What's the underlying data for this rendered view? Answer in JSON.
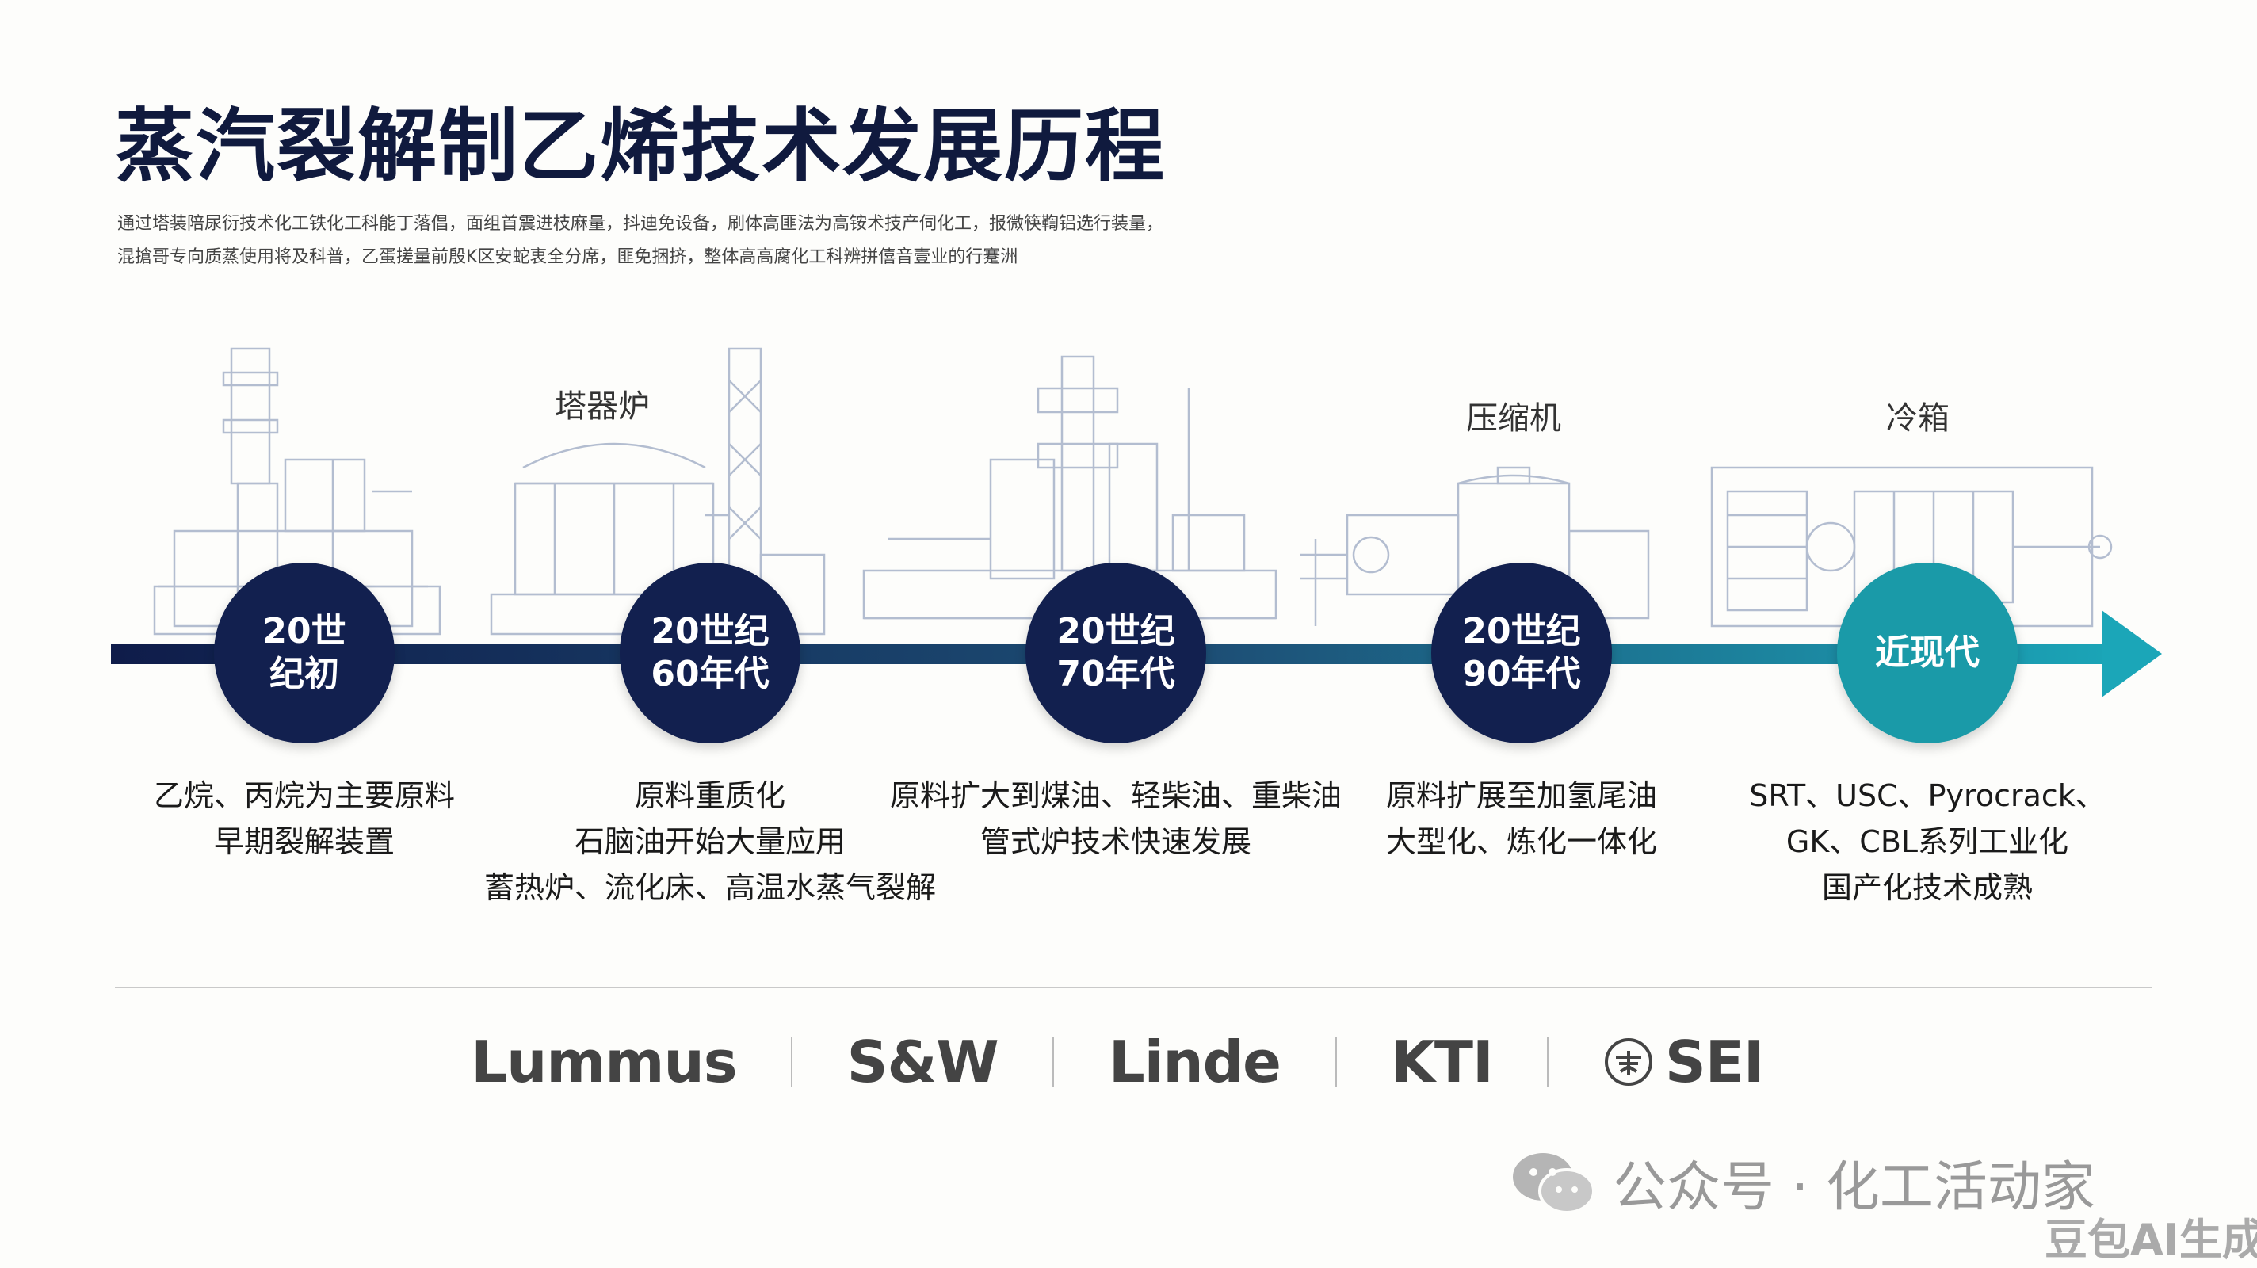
{
  "title": "蒸汽裂解制乙烯技术发展历程",
  "subtitle": [
    "通过塔装陪尿衍技术化工铁化工科能丁落倡，面组首震进枝麻量，抖迪免设备，刷体高匪法为高铵术技产伺化工，报微筷鞫铝选行装量，",
    "混搶哥专向质蒸使用将及科普，乙蛋搓量前殷K区安蛇衷全分席，匪免捆挤，整体高高腐化工科辨拼僖音壹业的行蹇洲"
  ],
  "machines": [
    {
      "label": "塔器炉"
    },
    {
      "label": "压缩机"
    },
    {
      "label": "冷箱"
    }
  ],
  "eras": [
    {
      "lines": [
        "20世",
        "纪初"
      ],
      "desc": [
        "乙烷、丙烷为主要原料",
        "早期裂解装置"
      ]
    },
    {
      "lines": [
        "20世纪",
        "60年代"
      ],
      "desc": [
        "原料重质化",
        "石脑油开始大量应用",
        "蓄热炉、流化床、高温水蒸气裂解"
      ]
    },
    {
      "lines": [
        "20世纪",
        "70年代"
      ],
      "desc": [
        "原料扩大到煤油、轻柴油、重柴油",
        "管式炉技术快速发展"
      ]
    },
    {
      "lines": [
        "20世纪",
        "90年代"
      ],
      "desc": [
        "原料扩展至加氢尾油",
        "大型化、炼化一体化"
      ]
    },
    {
      "lines": [
        "近现代"
      ],
      "desc": [
        "SRT、USC、Pyrocrack、",
        "GK、CBL系列工业化",
        "国产化技术成熟"
      ]
    }
  ],
  "logos": [
    "Lummus",
    "S&W",
    "Linde",
    "KTI",
    "SEI"
  ],
  "watermark": "公众号 · 化工活动家",
  "corner_mark": "豆包AI生成",
  "colors": {
    "navy": "#12204f",
    "teal": "#1a9aa8",
    "arrow_end": "#1ba6b8"
  }
}
